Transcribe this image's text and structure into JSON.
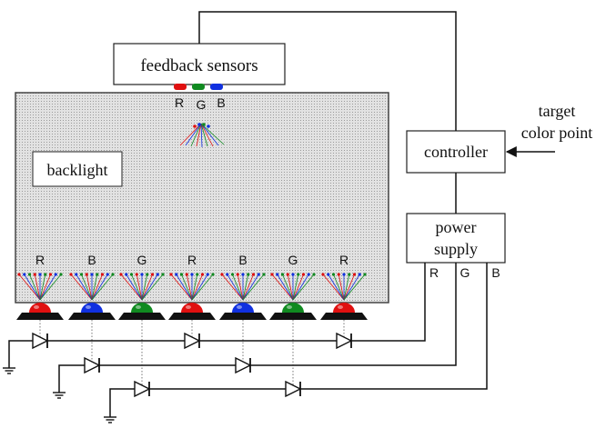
{
  "labels": {
    "feedback_sensors": "feedback sensors",
    "backlight": "backlight",
    "controller": "controller",
    "target_line1": "target",
    "target_line2": "color point",
    "power_line1": "power",
    "power_line2": "supply"
  },
  "sensor_channels": [
    "R",
    "G",
    "B"
  ],
  "led_channels": [
    "R",
    "B",
    "G",
    "R",
    "B",
    "G",
    "R"
  ],
  "supply_channels": [
    "R",
    "G",
    "B"
  ],
  "colors": {
    "R": "#e01010",
    "G": "#108a20",
    "B": "#1030e0",
    "panel_fill": "#cfcfcf",
    "line": "#111111"
  }
}
